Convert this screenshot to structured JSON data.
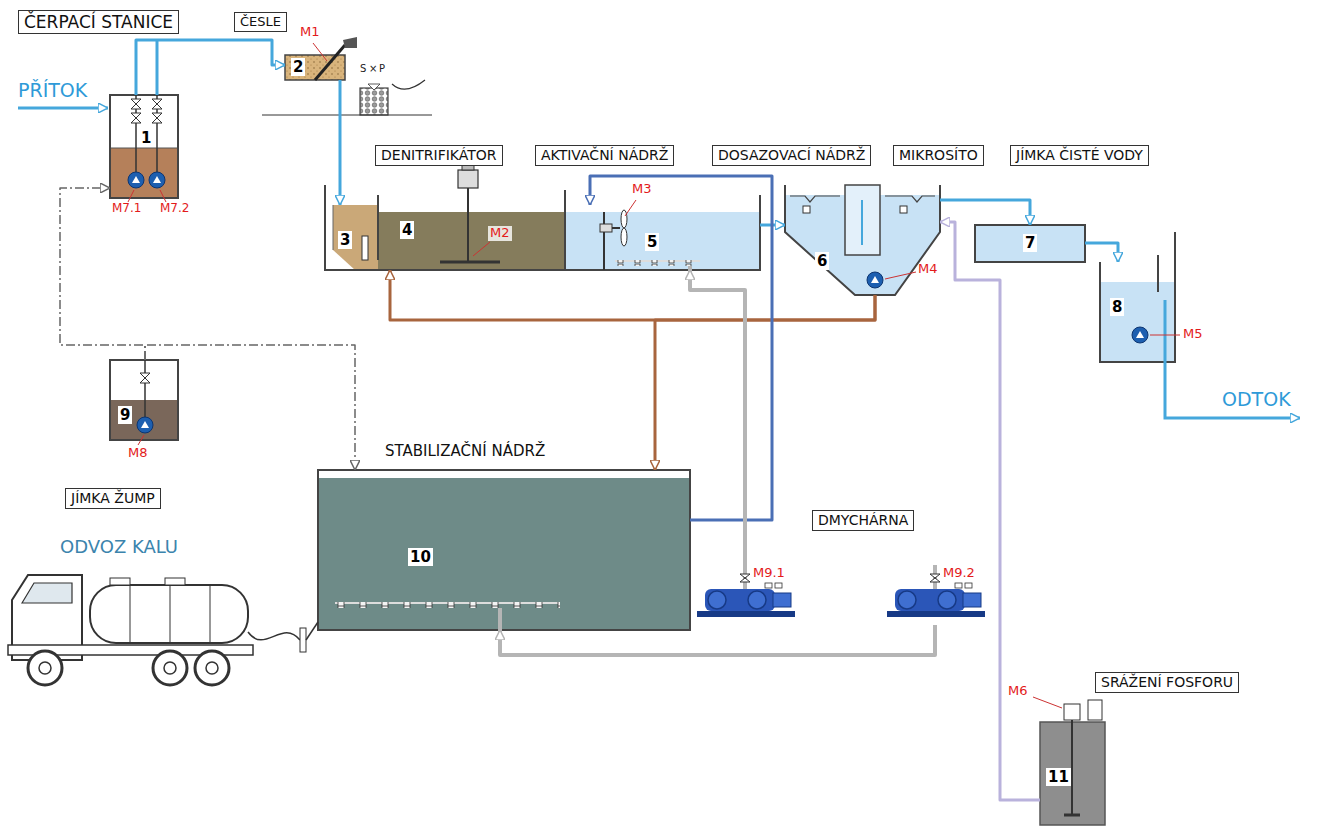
{
  "diagram": {
    "nodes": [
      {
        "text": [
          "ČERPACÍ STANICE"
        ]
      },
      {
        "text": [
          "ČESLE"
        ]
      },
      {
        "text": [
          "1"
        ]
      },
      {
        "text": [
          "2"
        ]
      },
      {
        "text": [
          "DENITRIFIKÁTOR"
        ]
      },
      {
        "text": [
          "AKTIVAČNÍ NÁDRŽ"
        ]
      },
      {
        "text": [
          "DOSAZOVACÍ NÁDRŽ"
        ]
      },
      {
        "text": [
          "MIKROSÍTO"
        ]
      },
      {
        "text": [
          "JÍMKA ČISTÉ VODY"
        ]
      },
      {
        "text": [
          "3"
        ]
      },
      {
        "text": [
          "4"
        ]
      },
      {
        "text": [
          "5"
        ]
      },
      {
        "text": [
          "6"
        ]
      },
      {
        "text": [
          "7"
        ]
      },
      {
        "text": [
          "8"
        ]
      },
      {
        "text": [
          "9"
        ]
      },
      {
        "text": [
          "JÍMKA ŽUMP"
        ]
      },
      {
        "text": [
          "10"
        ]
      },
      {
        "text": [
          "DMYCHÁRNA"
        ]
      },
      {
        "text": [
          "M9.1"
        ]
      },
      {
        "text": [
          "M9.2"
        ]
      },
      {
        "text": [
          "SRÁŽENÍ FOSFORU"
        ]
      },
      {
        "text": [
          "11"
        ]
      }
    ],
    "edges": [
      {
        "from": 2,
        "to": 3,
        "arrow": "to"
      },
      {
        "from": 3,
        "to": 9,
        "arrow": "to"
      },
      {
        "from": 11,
        "to": 12,
        "arrow": "to"
      },
      {
        "from": 12,
        "to": 13,
        "arrow": "to"
      },
      {
        "from": 13,
        "to": 14,
        "arrow": "to"
      },
      {
        "from": 12,
        "to": 10,
        "arrow": "to"
      },
      {
        "from": 12,
        "to": 17,
        "arrow": "to"
      },
      {
        "from": 17,
        "to": 11,
        "arrow": "to"
      },
      {
        "from": 15,
        "to": 2,
        "arrow": "to"
      },
      {
        "from": 15,
        "to": 17,
        "arrow": "to"
      },
      {
        "from": 19,
        "to": 11,
        "arrow": "to"
      },
      {
        "from": 20,
        "to": 17,
        "arrow": "to"
      },
      {
        "from": 22,
        "to": 12,
        "arrow": "to"
      }
    ],
    "labels": [
      "PŘÍTOK",
      "M1",
      "S",
      "×",
      "P",
      "M7.1",
      "M7.2",
      "M2",
      "M3",
      "M4",
      "M5",
      "M8",
      "STABILIZAČNÍ NÁDRŽ",
      "ODVOZ KALU",
      "ODTOK",
      "M6"
    ]
  }
}
